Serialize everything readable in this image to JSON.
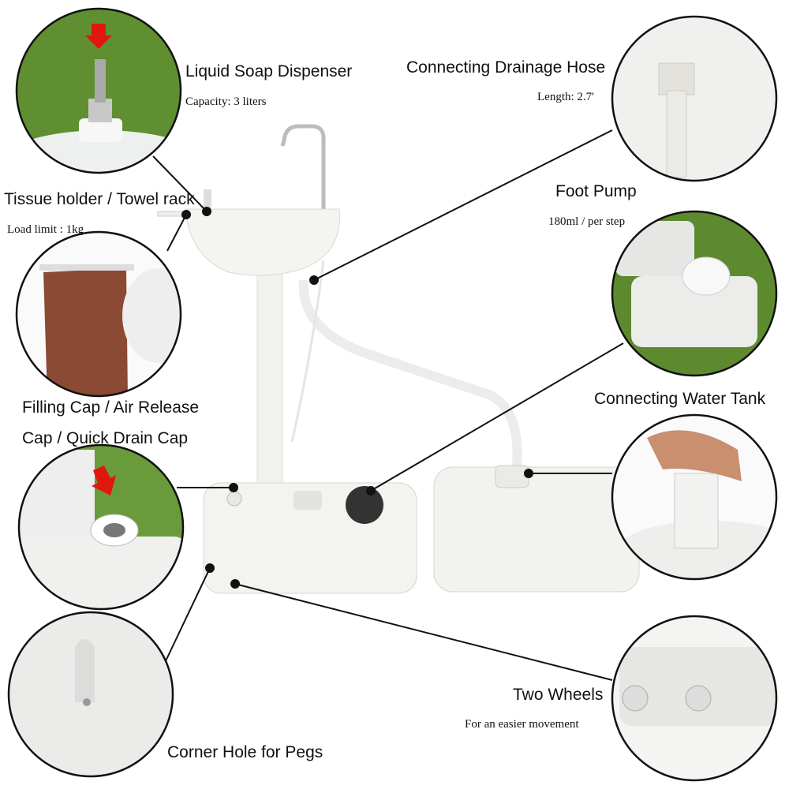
{
  "callouts": {
    "soap": {
      "title": "Liquid Soap Dispenser",
      "detail": "Capacity: 3 liters"
    },
    "towel": {
      "title": "Tissue holder / Towel rack",
      "detail": "Load limit : 1kg"
    },
    "filling": {
      "title_line1": "Filling Cap / Air Release",
      "title_line2": "Cap / Quick Drain Cap"
    },
    "corner": {
      "title": "Corner Hole for Pegs"
    },
    "drain": {
      "title": "Connecting Drainage Hose",
      "detail": "Length: 2.7'"
    },
    "pump": {
      "title": "Foot Pump",
      "detail": "180ml / per step"
    },
    "tank": {
      "title": "Connecting Water Tank"
    },
    "wheels": {
      "title": "Two Wheels",
      "detail": "For an easier movement"
    }
  },
  "colors": {
    "arrow": "#e0160f",
    "grass": "#5a8a2e",
    "product": "#f2f2ee",
    "outline": "#111111"
  }
}
